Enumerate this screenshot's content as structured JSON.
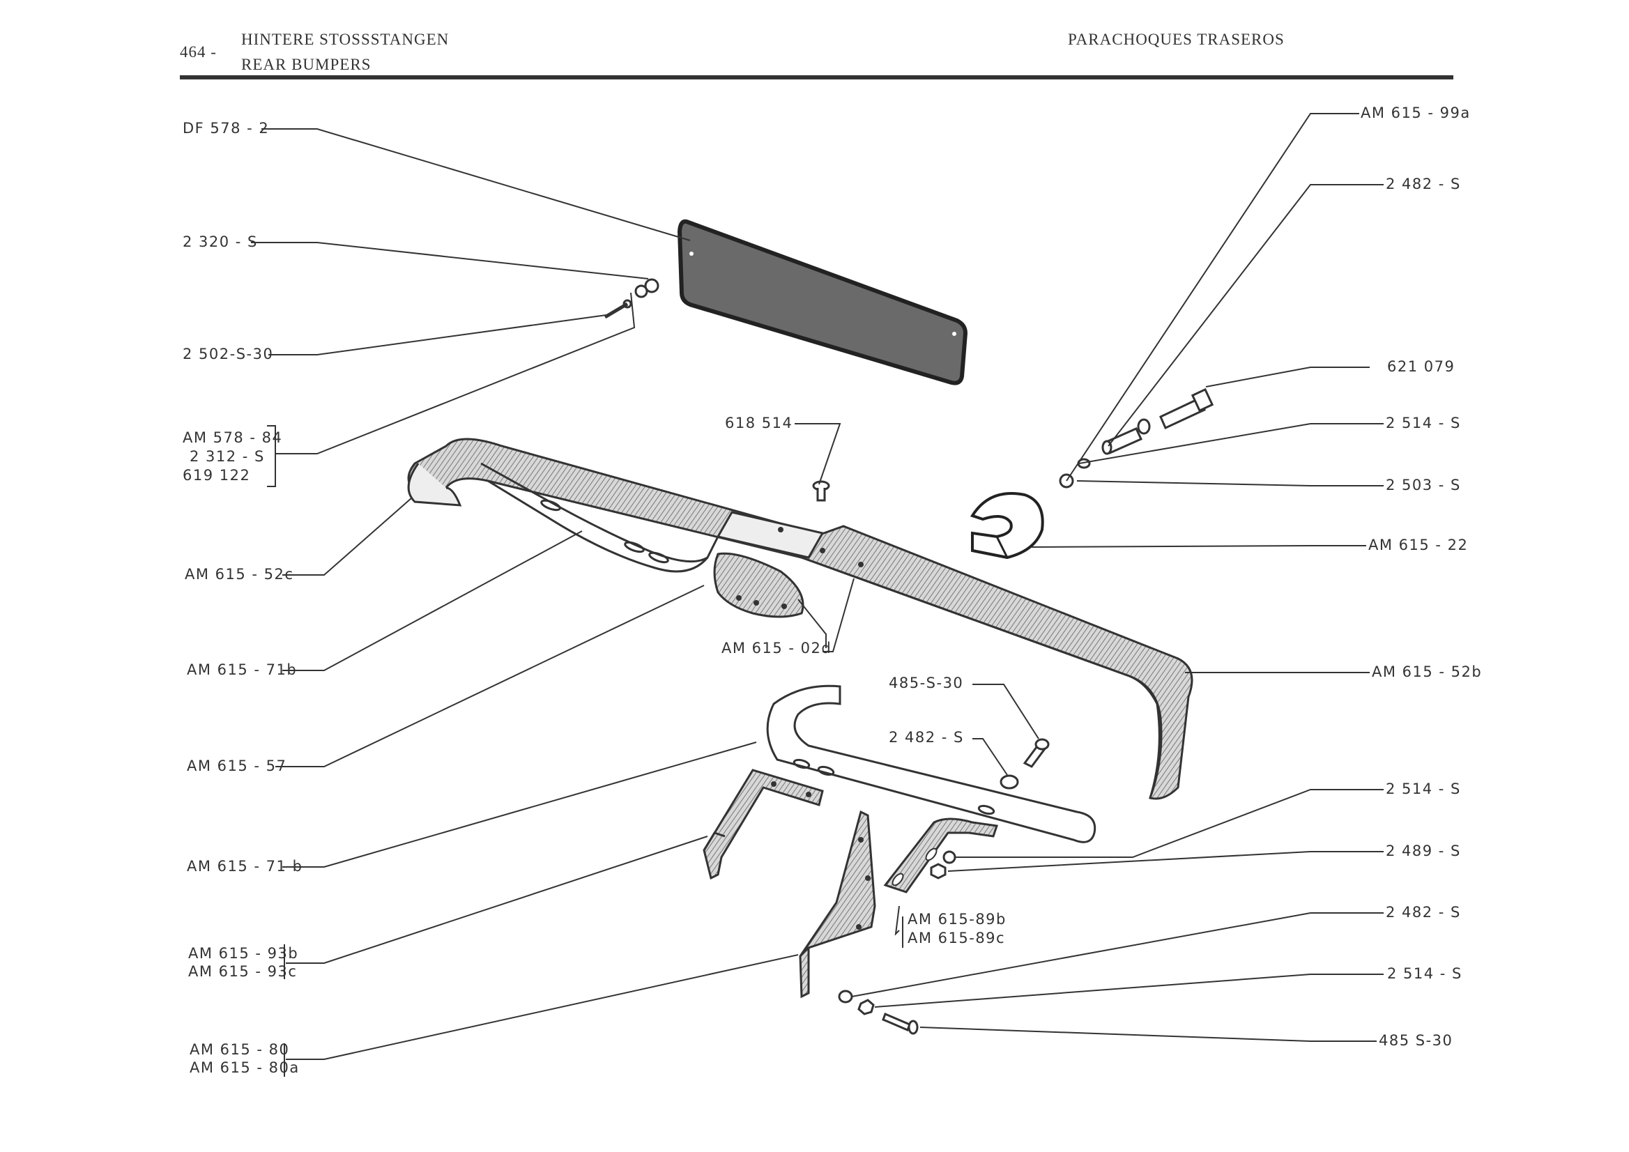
{
  "header": {
    "page_number": "464 -",
    "title_de": "HINTERE STOSSSTANGEN",
    "title_en": "REAR BUMPERS",
    "title_es": "PARACHOQUES TRASEROS"
  },
  "labels_left": [
    {
      "id": "df578-2",
      "text": "DF 578 - 2"
    },
    {
      "id": "2320-s",
      "text": "2 320 - S"
    },
    {
      "id": "2502-s-30",
      "text": "2 502-S-30"
    },
    {
      "id": "am578-84",
      "text": "AM 578 - 84"
    },
    {
      "id": "2312-s",
      "text": "2 312 - S"
    },
    {
      "id": "619122",
      "text": "619 122"
    },
    {
      "id": "am615-52c",
      "text": "AM 615 - 52c"
    },
    {
      "id": "am615-71b-a",
      "text": "AM 615 - 71b"
    },
    {
      "id": "am615-57",
      "text": "AM 615 - 57"
    },
    {
      "id": "am615-71b-b",
      "text": "AM 615 - 71 b"
    },
    {
      "id": "am615-93b",
      "text": "AM 615 - 93b"
    },
    {
      "id": "am615-93c",
      "text": "AM 615 - 93c"
    },
    {
      "id": "am615-80",
      "text": "AM 615 - 80"
    },
    {
      "id": "am615-80a",
      "text": "AM 615 - 80a"
    }
  ],
  "labels_center": [
    {
      "id": "618514",
      "text": "618 514"
    },
    {
      "id": "am615-02d",
      "text": "AM 615 - 02d"
    },
    {
      "id": "485-s-30-c",
      "text": "485-S-30"
    },
    {
      "id": "2482-s-c",
      "text": "2 482 - S"
    },
    {
      "id": "am615-89b",
      "text": "AM 615-89b"
    },
    {
      "id": "am615-89c",
      "text": "AM 615-89c"
    }
  ],
  "labels_right": [
    {
      "id": "am615-99a",
      "text": "AM 615 - 99a"
    },
    {
      "id": "2482-s-r1",
      "text": "2 482 - S"
    },
    {
      "id": "621079",
      "text": "621 079"
    },
    {
      "id": "2514-s-r1",
      "text": "2 514 - S"
    },
    {
      "id": "2503-s",
      "text": "2 503 - S"
    },
    {
      "id": "am615-22",
      "text": "AM 615 - 22"
    },
    {
      "id": "am615-52b",
      "text": "AM 615 - 52b"
    },
    {
      "id": "2514-s-r2",
      "text": "2 514 - S"
    },
    {
      "id": "2489-s",
      "text": "2 489 - S"
    },
    {
      "id": "2482-s-r2",
      "text": "2 482 - S"
    },
    {
      "id": "2514-s-r3",
      "text": "2 514 - S"
    },
    {
      "id": "485-s-30-r",
      "text": "485 S-30"
    }
  ],
  "colors": {
    "ink": "#2a2a2a",
    "plate_fill": "#6a6a6a",
    "metal_shade": "#9a9a9a"
  }
}
